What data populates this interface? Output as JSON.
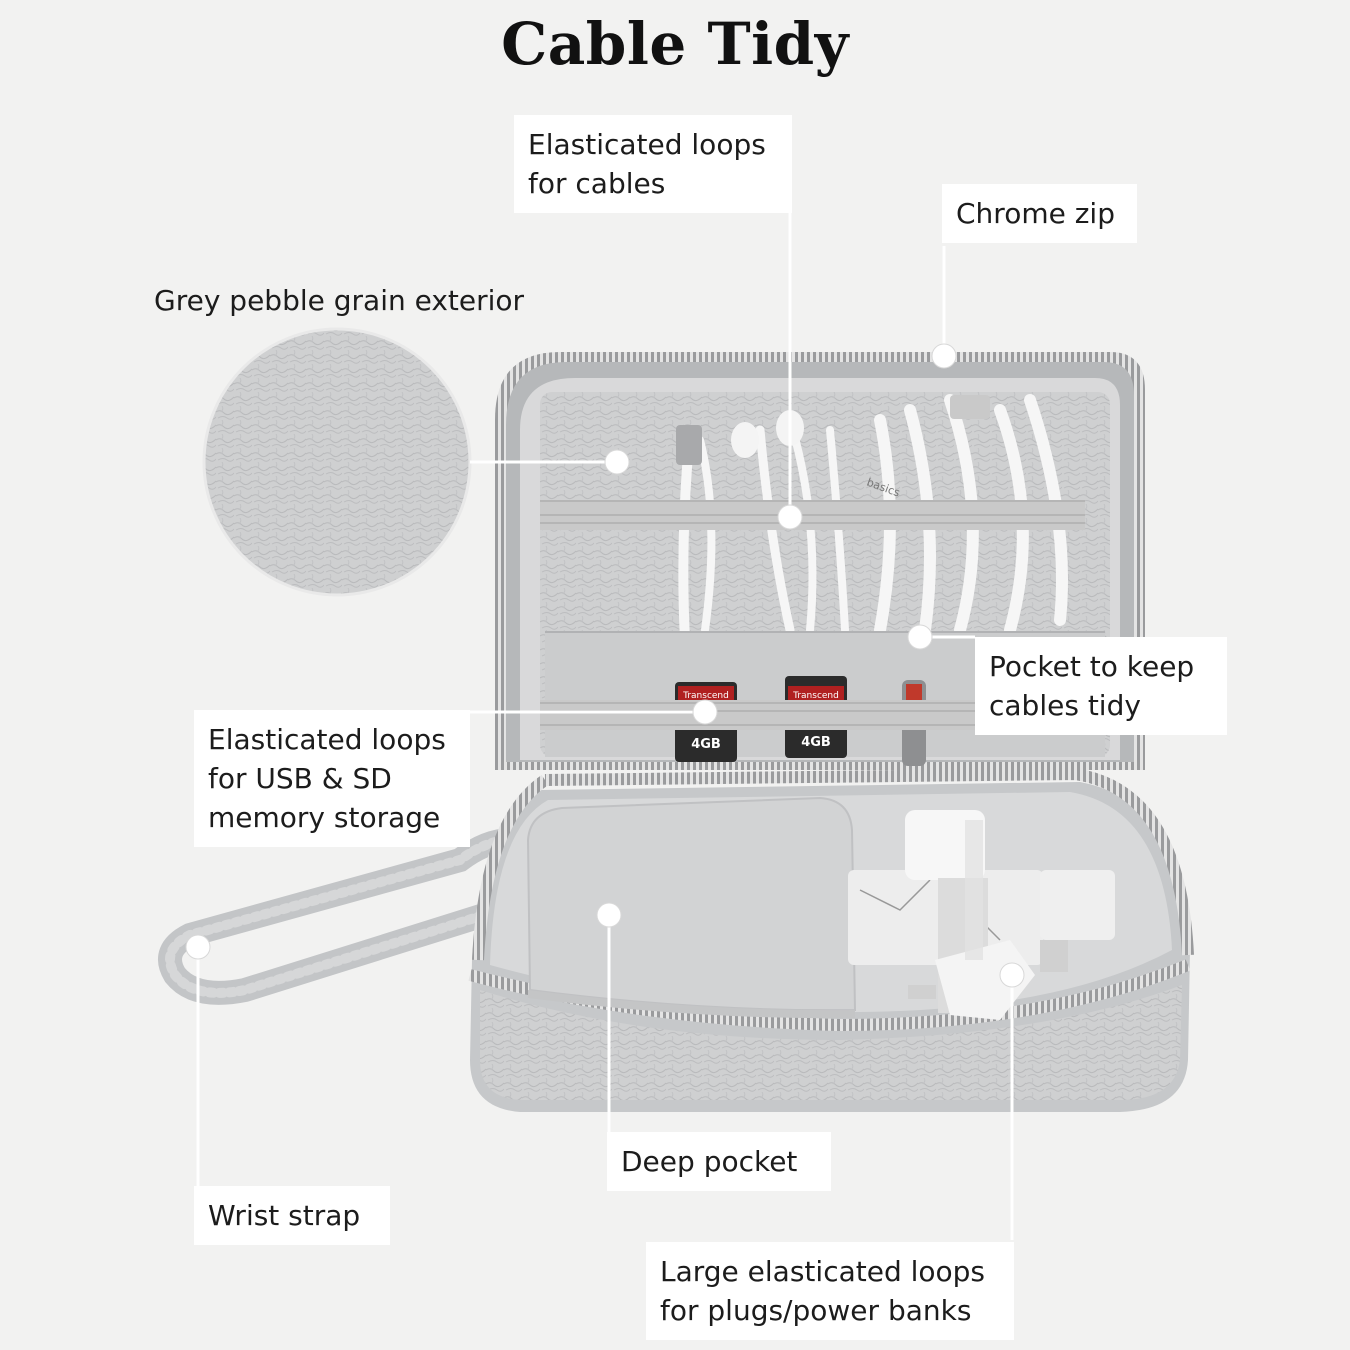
{
  "title": "Cable Tidy",
  "callouts": {
    "elastic_cables": [
      "Elasticated loops",
      "for cables"
    ],
    "chrome_zip": "Chrome zip",
    "grey_pebble": "Grey pebble grain exterior",
    "pocket_cables": [
      "Pocket to keep",
      "cables tidy"
    ],
    "elastic_usb_sd": [
      "Elasticated loops",
      "for USB & SD",
      "memory storage"
    ],
    "deep_pocket": "Deep pocket",
    "wrist_strap": "Wrist strap",
    "large_loops": [
      "Large elasticated loops",
      "for plugs/power banks"
    ]
  },
  "sd_cards": [
    {
      "brand": "Transcend",
      "capacity": "4GB"
    },
    {
      "brand": "Transcend",
      "capacity": "4GB"
    }
  ],
  "cable_brand_text": "basics",
  "colors": {
    "background": "#f2f2f1",
    "case_grey": "#c8cacc",
    "lining": "#dcdcdc",
    "label_bg": "#ffffff",
    "leader_line": "#ffffff",
    "title": "#111111"
  }
}
